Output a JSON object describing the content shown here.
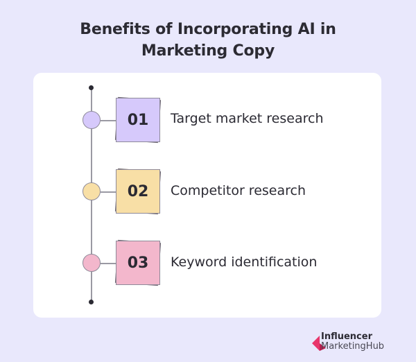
{
  "title": "Benefits of Incorporating AI in Marketing Copy",
  "title_lines": [
    "Benefits of Incorporating AI in",
    "Marketing Copy"
  ],
  "items": [
    {
      "number": "01",
      "label": "Target market research",
      "color": "#d6c9fb"
    },
    {
      "number": "02",
      "label": "Competitor research",
      "color": "#f8dfa6"
    },
    {
      "number": "03",
      "label": "Keyword identification",
      "color": "#f3b7cc"
    }
  ],
  "brand": {
    "line1": "Influencer",
    "line2": "MarketingHub",
    "icon": "influencer-marketinghub-logo-icon",
    "color": "#e8356b"
  },
  "colors": {
    "background": "#e9e8fc",
    "card": "#ffffff",
    "text": "#2b2a33"
  }
}
